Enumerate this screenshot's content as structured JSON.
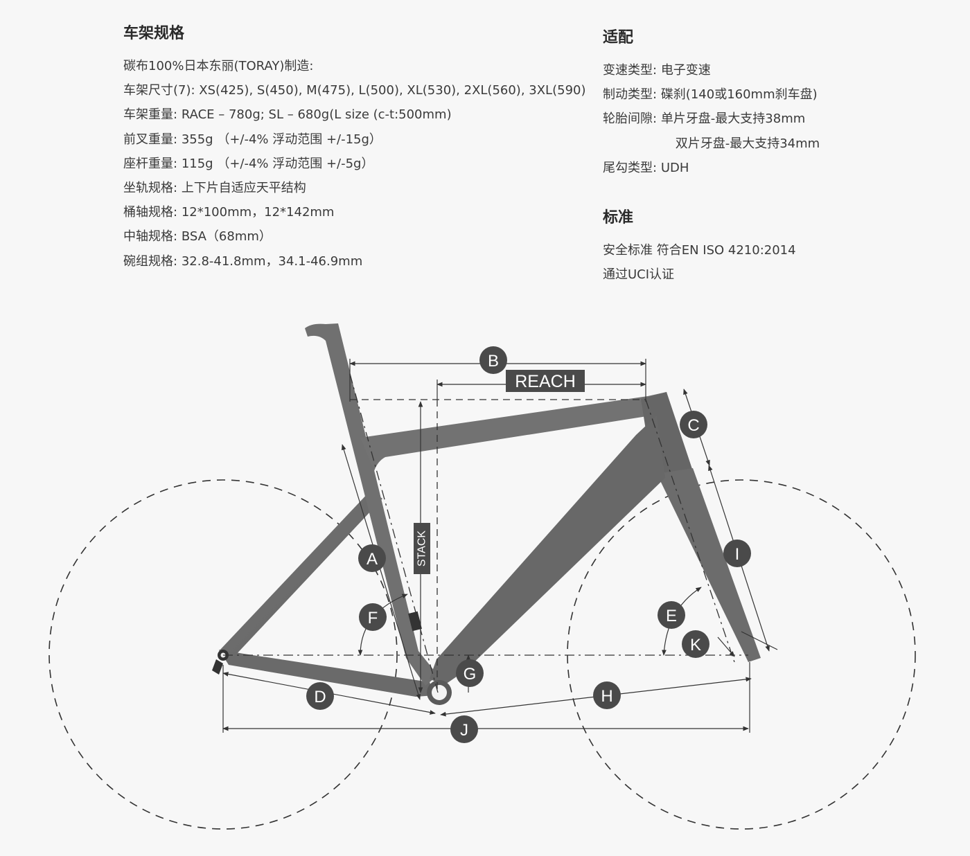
{
  "frame_specs": {
    "title": "车架规格",
    "rows": [
      {
        "label": "",
        "value": "碳布100%日本东丽(TORAY)制造:"
      },
      {
        "label": "车架尺寸(7):",
        "value": "XS(425), S(450), M(475), L(500), XL(530), 2XL(560), 3XL(590)"
      },
      {
        "label": "车架重量:",
        "value": "RACE – 780g;  SL  – 680g(L size (c-t:500mm)"
      },
      {
        "label": "前叉重量:",
        "value": "355g （+/-4%  浮动范围 +/-15g）"
      },
      {
        "label": "座杆重量:",
        "value": "115g （+/-4%  浮动范围 +/-5g）"
      },
      {
        "label": "坐轨规格:",
        "value": "上下片自适应天平结构"
      },
      {
        "label": "桶轴规格:",
        "value": "12*100mm，12*142mm"
      },
      {
        "label": "中轴规格:",
        "value": "BSA（68mm）"
      },
      {
        "label": "碗组规格:",
        "value": "32.8-41.8mm，34.1-46.9mm"
      }
    ]
  },
  "fit": {
    "title": "适配",
    "rows": [
      {
        "label": "变速类型:",
        "value": "电子变速"
      },
      {
        "label": "制动类型:",
        "value": "碟刹(140或160mm刹车盘)"
      },
      {
        "label": "轮胎间隙:",
        "value": "单片牙盘-最大支持38mm"
      },
      {
        "label": "",
        "value": "双片牙盘-最大支持34mm"
      },
      {
        "label": "尾勾类型:",
        "value": "UDH"
      }
    ]
  },
  "standard": {
    "title": "标准",
    "rows": [
      {
        "value": "安全标准 符合EN ISO 4210:2014"
      },
      {
        "value": "通过UCI认证"
      }
    ]
  },
  "geometry": {
    "markers": {
      "A": "A",
      "B": "B",
      "C": "C",
      "D": "D",
      "E": "E",
      "F": "F",
      "G": "G",
      "H": "H",
      "I": "I",
      "J": "J",
      "K": "K"
    },
    "reach_label": "REACH",
    "stack_label": "STACK"
  },
  "colors": {
    "frame": "#6e6e6e",
    "frame_dark": "#5a5a5a",
    "badge": "#4a4a4a",
    "line": "#333333",
    "background": "#f7f7f7"
  }
}
